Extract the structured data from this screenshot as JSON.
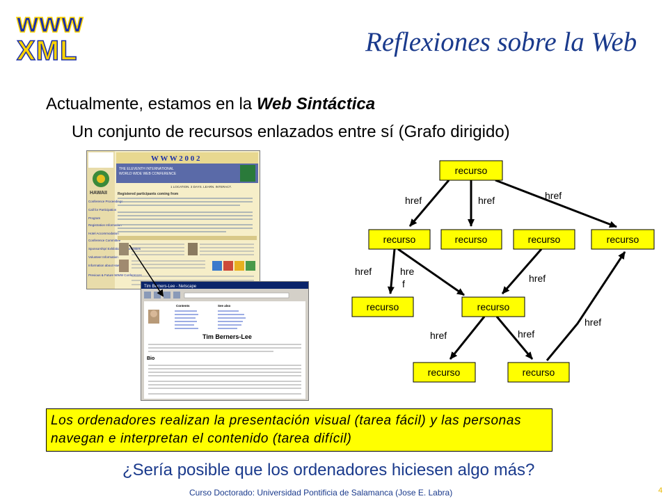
{
  "logo": {
    "line1": "www",
    "line2": "XML",
    "fill": "#1a2ea8",
    "outline": "#ffd400"
  },
  "title": "Reflexiones sobre la Web",
  "line1_prefix": "Actualmente, estamos en la ",
  "line1_emph": "Web Sintáctica",
  "line2": "Un conjunto de recursos enlazados entre sí (Grafo dirigido)",
  "screenshot1": {
    "banner": "W W W 2 0 0 2",
    "subtitle1": "THE ELEVENTH INTERNATIONAL",
    "subtitle2": "WORLD WIDE WEB CONFERENCE",
    "location": "1 LOCATION. 3 DAYS. LEARN. INTERACT.",
    "registered": "Registered participants coming from",
    "hawaii": "HAWAII",
    "sidebar": [
      "Conference Proceedings",
      "Call for Participation",
      "Program",
      "Registration Information",
      "Hotel Accommodation",
      "Conference Committee",
      "Sponsorship/ Exhibition Opportunities",
      "Volunteer Information",
      "Information about Hawaii",
      "Previous & Future WWW Conferences"
    ]
  },
  "screenshot2": {
    "window_title": "Tim Berners-Lee - Netscape",
    "heading": "Tim Berners-Lee",
    "section": "Bio",
    "col1": "Contents",
    "col2": "See also"
  },
  "graph": {
    "node_label": "recurso",
    "edge_label": "href",
    "split_label_a": "hre",
    "split_label_b": "f",
    "node_fill": "#ffff00",
    "edge_color": "#000000"
  },
  "note": "Los ordenadores realizan la presentación visual (tarea fácil) y las personas navegan e interpretan el contenido (tarea difícil)",
  "question": "¿Sería posible que los ordenadores hiciesen algo más?",
  "footer": "Curso Doctorado: Universidad Pontificia de Salamanca (Jose E. Labra)",
  "page_number": "4"
}
